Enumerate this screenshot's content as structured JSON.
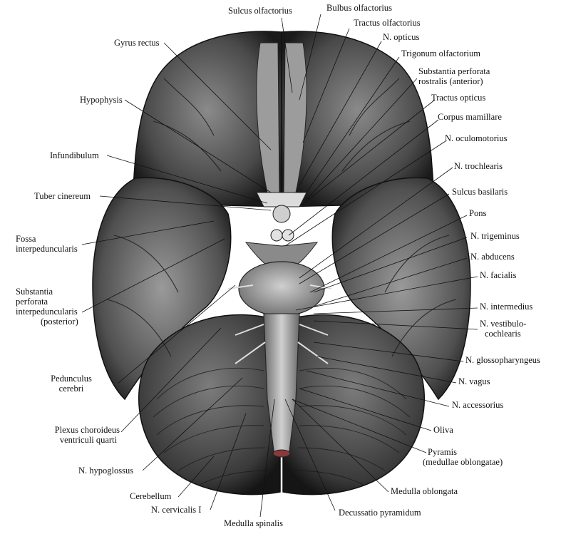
{
  "labels": {
    "sulcus_olfactorius": "Sulcus olfactorius",
    "bulbus_olfactorius": "Bulbus olfactorius",
    "tractus_olfactorius": "Tractus olfactorius",
    "n_opticus": "N. opticus",
    "trigonum_olfactorium": "Trigonum olfactorium",
    "substantia_perforata_rostralis": "Substantia perforata",
    "substantia_perforata_rostralis_2": "rostralis (anterior)",
    "tractus_opticus": "Tractus opticus",
    "corpus_mamillare": "Corpus mamillare",
    "n_oculomotorius": "N. oculomotorius",
    "n_trochlearis": "N. trochlearis",
    "sulcus_basilaris": "Sulcus basilaris",
    "pons": "Pons",
    "n_trigeminus": "N. trigeminus",
    "n_abducens": "N. abducens",
    "n_facialis": "N. facialis",
    "n_intermedius": "N. intermedius",
    "n_vestibulocochlearis_1": "N. vestibulo-",
    "n_vestibulocochlearis_2": "cochlearis",
    "n_glossopharyngeus": "N. glossopharyngeus",
    "n_vagus": "N. vagus",
    "n_accessorius": "N. accessorius",
    "oliva": "Oliva",
    "pyramis_1": "Pyramis",
    "pyramis_2": "(medullae oblongatae)",
    "medulla_oblongata": "Medulla oblongata",
    "decussatio_pyramidum": "Decussatio pyramidum",
    "medulla_spinalis": "Medulla spinalis",
    "n_cervicalis_i": "N. cervicalis I",
    "cerebellum": "Cerebellum",
    "n_hypoglossus": "N. hypoglossus",
    "plexus_choroideus_1": "Plexus choroideus",
    "plexus_choroideus_2": "ventriculi quarti",
    "pedunculus_cerebri_1": "Pedunculus",
    "pedunculus_cerebri_2": "cerebri",
    "substantia_perforata_interped_1": "Substantia",
    "substantia_perforata_interped_2": "perforata",
    "substantia_perforata_interped_3": "interpeduncularis",
    "substantia_perforata_interped_4": "(posterior)",
    "fossa_interpeduncularis_1": "Fossa",
    "fossa_interpeduncularis_2": "interpeduncularis",
    "tuber_cinereum": "Tuber cinereum",
    "infundibulum": "Infundibulum",
    "hypophysis": "Hypophysis",
    "gyrus_rectus": "Gyrus rectus"
  }
}
